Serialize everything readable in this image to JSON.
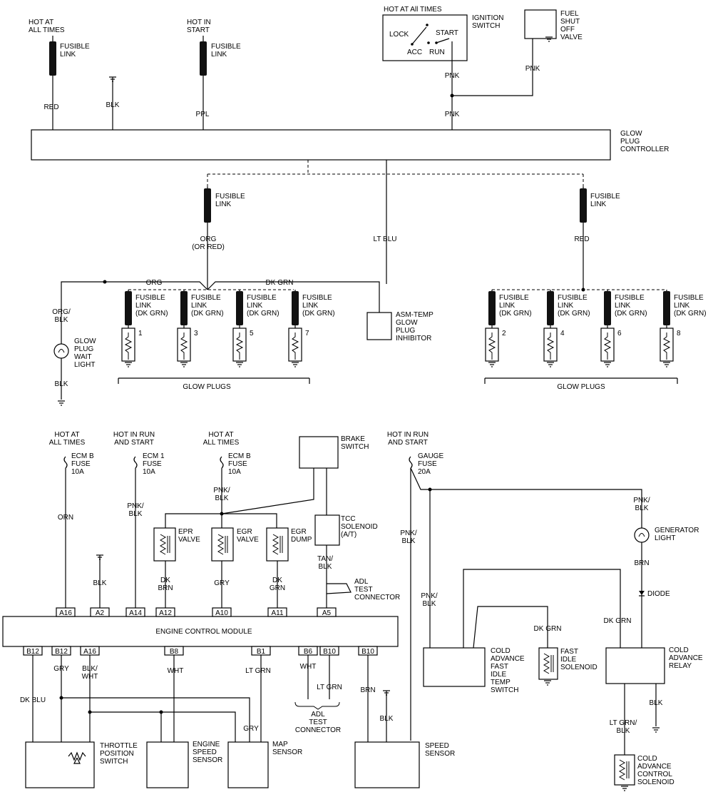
{
  "top_sources": {
    "hot_all_times": "HOT AT\nALL TIMES",
    "hot_in_start": "HOT IN\nSTART",
    "fusible_link": "FUSIBLE\nLINK",
    "red": "RED",
    "blk": "BLK",
    "ppl": "PPL",
    "pnk": "PNK"
  },
  "ignition_switch": {
    "header": "HOT AT All TIMES",
    "title": "IGNITION\nSWITCH",
    "lock": "LOCK",
    "start": "START",
    "acc": "ACC",
    "run": "RUN"
  },
  "fuel_valve": {
    "label": "FUEL\nSHUT\nOFF\nVALVE"
  },
  "glow_plug_controller": {
    "label": "GLOW\nPLUG\nCONTROLLER"
  },
  "left_bank": {
    "org_or_red": "ORG\n(OR RED)",
    "org": "ORG",
    "dk_grn": "DK GRN",
    "plug_fusible": "FUSIBLE\nLINK\n(DK GRN)",
    "plugs": [
      "1",
      "3",
      "5",
      "7"
    ],
    "caption": "GLOW PLUGS"
  },
  "right_bank": {
    "red": "RED",
    "plug_fusible": "FUSIBLE\nLINK\n(DK GRN)",
    "plugs": [
      "2",
      "4",
      "6",
      "8"
    ],
    "caption": "GLOW PLUGS"
  },
  "lt_blu": "LT BLU",
  "asm_temp": "ASM-TEMP\nGLOW\nPLUG\nINHIBITOR",
  "wait_light": {
    "wire_top": "ORG/\nBLK",
    "label": "GLOW\nPLUG\nWAIT\nLIGHT",
    "wire_bottom": "BLK"
  },
  "bottom_fuses": {
    "f1_hot": "HOT AT\nALL TIMES",
    "f1": "ECM B\nFUSE\n10A",
    "f2_hot": "HOT IN RUN\nAND START",
    "f2": "ECM 1\nFUSE\n10A",
    "f3_hot": "HOT AT\nALL TIMES",
    "f3": "ECM B\nFUSE\n10A",
    "f4_hot": "HOT IN RUN\nAND START",
    "f4": "GAUGE\nFUSE\n20A"
  },
  "wires": {
    "orn": "ORN",
    "pnk_blk": "PNK/\nBLK",
    "blk": "BLK",
    "dk_brn": "DK\nBRN",
    "gry": "GRY",
    "dk_grn": "DK\nGRN",
    "tan_blk": "TAN/\nBLK",
    "dk_blu": "DK BLU",
    "blk_wht": "BLK/\nWHT",
    "wht": "WHT",
    "lt_grn": "LT GRN",
    "brn": "BRN",
    "dk_grn_h": "DK GRN",
    "lt_grn_blk": "LT GRN/\nBLK"
  },
  "components": {
    "brake_switch": "BRAKE\nSWITCH",
    "tcc": "TCC\nSOLENOID\n(A/T)",
    "epr": "EPR\nVALVE",
    "egr_valve": "EGR\nVALVE",
    "egr_dump": "EGR\nDUMP",
    "adl_test": "ADL\nTEST\nCONNECTOR",
    "throttle": "THROTTLE\nPOSITION\nSWITCH",
    "engine_speed": "ENGINE\nSPEED\nSENSOR",
    "map": "MAP\nSENSOR",
    "speed": "SPEED\nSENSOR",
    "cold_fast": "COLD\nADVANCE\nFAST\nIDLE\nTEMP\nSWITCH",
    "fast_idle": "FAST\nIDLE\nSOLENOID",
    "gen_light": "GENERATOR\nLIGHT",
    "diode": "DIODE",
    "relay": "COLD\nADVANCE\nRELAY",
    "control_sol": "COLD\nADVANCE\nCONTROL\nSOLENOID"
  },
  "ecm": {
    "label": "ENGINE CONTROL MODULE",
    "top_pins": [
      "A16",
      "A2",
      "A14",
      "A12",
      "A10",
      "A11",
      "A5"
    ],
    "bottom_pins": [
      "B12",
      "B12",
      "A16",
      "B8",
      "B1",
      "B6",
      "B10",
      "B10"
    ]
  }
}
